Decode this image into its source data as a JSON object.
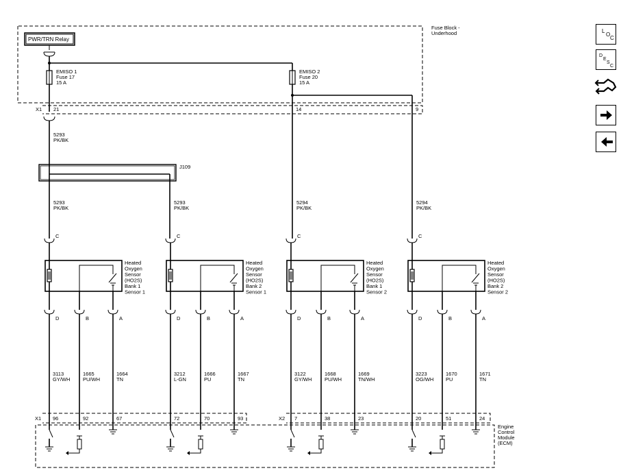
{
  "relay": {
    "label": "PWR/TRN Relay"
  },
  "fuse_block": {
    "line1": "Fuse Block -",
    "line2": "Underhood"
  },
  "fuses": [
    {
      "name": "EMISO 1",
      "fuse": "Fuse 17",
      "amps": "15 A"
    },
    {
      "name": "EMISO 2",
      "fuse": "Fuse 20",
      "amps": "15 A"
    }
  ],
  "connector_x1_top": {
    "label": "X1",
    "pins": [
      "21",
      "14",
      "9"
    ]
  },
  "feed_wire": {
    "circuit": "5293",
    "color": "PK/BK"
  },
  "splice": {
    "label": "J109"
  },
  "sensor_feeds": [
    {
      "circuit": "5293",
      "color": "PK/BK",
      "pin": "C"
    },
    {
      "circuit": "5293",
      "color": "PK/BK",
      "pin": "C"
    },
    {
      "circuit": "5294",
      "color": "PK/BK",
      "pin": "C"
    },
    {
      "circuit": "5294",
      "color": "PK/BK",
      "pin": "C"
    }
  ],
  "sensors": [
    {
      "lines": [
        "Heated",
        "Oxygen",
        "Sensor",
        "(HO2S)",
        "Bank 1",
        "Sensor 1"
      ],
      "pins": [
        "D",
        "B",
        "A"
      ]
    },
    {
      "lines": [
        "Heated",
        "Oxygen",
        "Sensor",
        "(HO2S)",
        "Bank 2",
        "Sensor 1"
      ],
      "pins": [
        "D",
        "B",
        "A"
      ]
    },
    {
      "lines": [
        "Heated",
        "Oxygen",
        "Sensor",
        "(HO2S)",
        "Bank 1",
        "Sensor 2"
      ],
      "pins": [
        "D",
        "B",
        "A"
      ]
    },
    {
      "lines": [
        "Heated",
        "Oxygen",
        "Sensor",
        "(HO2S)",
        "Bank 2",
        "Sensor 2"
      ],
      "pins": [
        "D",
        "B",
        "A"
      ]
    }
  ],
  "lower_wires": [
    {
      "circuit": "3113",
      "color": "GY/WH"
    },
    {
      "circuit": "1665",
      "color": "PU/WH"
    },
    {
      "circuit": "1664",
      "color": "TN"
    },
    {
      "circuit": "3212",
      "color": "L-GN"
    },
    {
      "circuit": "1666",
      "color": "PU"
    },
    {
      "circuit": "1667",
      "color": "TN"
    },
    {
      "circuit": "3122",
      "color": "GY/WH"
    },
    {
      "circuit": "1668",
      "color": "PU/WH"
    },
    {
      "circuit": "1669",
      "color": "TN/WH"
    },
    {
      "circuit": "3223",
      "color": "OG/WH"
    },
    {
      "circuit": "1670",
      "color": "PU"
    },
    {
      "circuit": "1671",
      "color": "TN"
    }
  ],
  "ecm_connectors": [
    {
      "label": "X1",
      "pins": [
        "96",
        "92",
        "67",
        "72",
        "70",
        "93"
      ]
    },
    {
      "label": "X2",
      "pins": [
        "7",
        "38",
        "23",
        "20",
        "51",
        "24"
      ]
    }
  ],
  "ecm": {
    "lines": [
      "Engine",
      "Control",
      "Module",
      "(ECM)"
    ]
  },
  "nav": {
    "loc": [
      "L",
      "O",
      "C"
    ],
    "desc": [
      "D",
      "E",
      "S",
      "C"
    ],
    "icons": [
      "wiring-harness-icon",
      "arrow-right-icon",
      "arrow-left-icon"
    ]
  }
}
